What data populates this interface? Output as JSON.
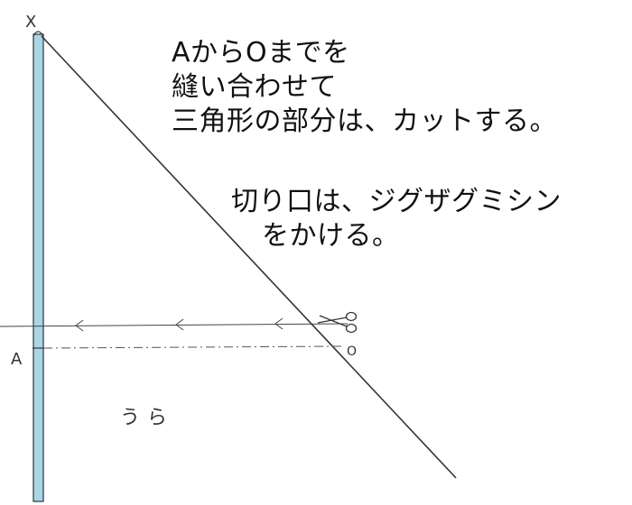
{
  "labels": {
    "top": "X",
    "fold_point": "A",
    "end_point": "O",
    "reverse_side": "うら"
  },
  "instruction_1": [
    "AからOまでを",
    "縫い合わせて",
    "三角形の部分は、カットする。"
  ],
  "instruction_2": [
    "切り口は、ジグザグミシン",
    "をかける。"
  ],
  "colors": {
    "strip": "#a9d6e5",
    "line": "#333333"
  }
}
